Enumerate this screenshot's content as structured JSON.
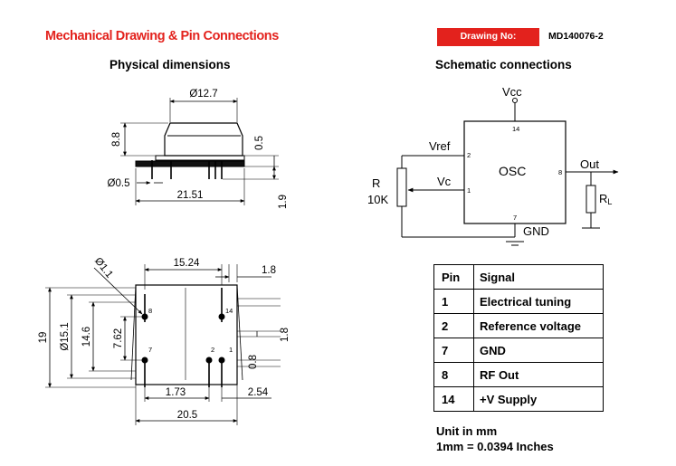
{
  "header": {
    "title": "Mechanical Drawing & Pin Connections",
    "drawing_label": "Drawing No:",
    "drawing_number": "MD140076-2"
  },
  "physical": {
    "title": "Physical dimensions",
    "dims": {
      "width_top": "Ø12.7",
      "height": "8.8",
      "lead_len": "0.5",
      "lead_dia": "Ø0.5",
      "length": "21.51",
      "standoff": "1.9",
      "hole_dia": "Ø1.1",
      "row_span": "15.24",
      "edge_offset": "1.8",
      "outer": "19",
      "dia": "Ø15.1",
      "inner": "14.6",
      "pin_span": "7.62",
      "side_offset": "1.8",
      "pin_gap": "0.8",
      "pin_pitch": "1.73",
      "end_offset": "2.54",
      "total": "20.5"
    },
    "pin_labels": [
      "8",
      "14",
      "7",
      "2",
      "1"
    ]
  },
  "schematic": {
    "title": "Schematic connections",
    "vcc": "Vcc",
    "block": "OSC",
    "vref": "Vref",
    "vc": "Vc",
    "out": "Out",
    "gnd": "GND",
    "r_label": "R",
    "r_value": "10K",
    "rl_main": "R",
    "rl_sub": "L",
    "pin_nums": [
      "14",
      "2",
      "1",
      "8",
      "7"
    ]
  },
  "pin_table": {
    "headers": [
      "Pin",
      "Signal"
    ],
    "rows": [
      {
        "pin": "1",
        "signal": "Electrical tuning"
      },
      {
        "pin": "2",
        "signal": "Reference voltage"
      },
      {
        "pin": "7",
        "signal": "GND"
      },
      {
        "pin": "8",
        "signal": "RF Out"
      },
      {
        "pin": "14",
        "signal": "+V Supply"
      }
    ]
  },
  "units": {
    "line1": "Unit in mm",
    "line2": "1mm = 0.0394 Inches"
  }
}
